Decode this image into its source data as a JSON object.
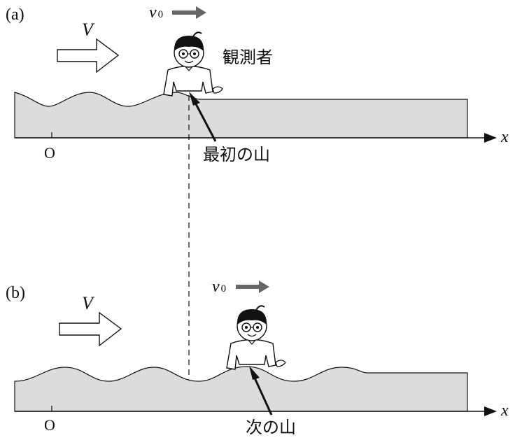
{
  "panel_a": {
    "label": "(a)",
    "wave_speed_label": "V",
    "observer_speed_label": "v",
    "observer_speed_sub": "0",
    "observer_label": "観測者",
    "crest_label": "最初の山",
    "origin_label": "O",
    "axis_label": "x"
  },
  "panel_b": {
    "label": "(b)",
    "wave_speed_label": "V",
    "observer_speed_label": "v",
    "observer_speed_sub": "0",
    "crest_label": "次の山",
    "origin_label": "O",
    "axis_label": "x"
  },
  "colors": {
    "water": "#dcdcdc",
    "velocity_arrow": "#666666",
    "line": "#111111"
  }
}
